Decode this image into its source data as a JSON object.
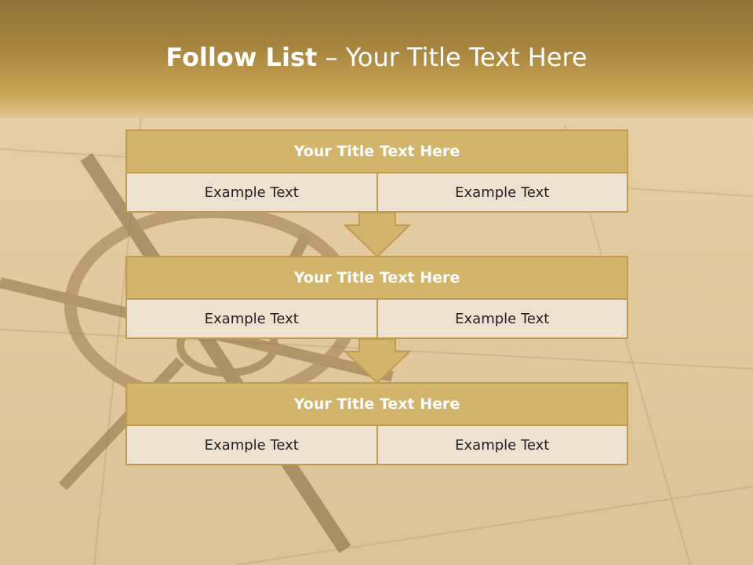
{
  "slide": {
    "title_bold": "Follow List",
    "title_rest": " – Your Title Text Here"
  },
  "blocks": [
    {
      "header": "Your Title Text Here",
      "left": "Example Text",
      "right": "Example Text"
    },
    {
      "header": "Your Title Text Here",
      "left": "Example Text",
      "right": "Example Text"
    },
    {
      "header": "Your Title Text Here",
      "left": "Example Text",
      "right": "Example Text"
    }
  ],
  "colors": {
    "header_band": "#a7843e",
    "box_header": "#d3b46b",
    "box_border": "#bf9c52",
    "cell_fill": "#ede1cf",
    "arrow": "#d3b46b"
  }
}
